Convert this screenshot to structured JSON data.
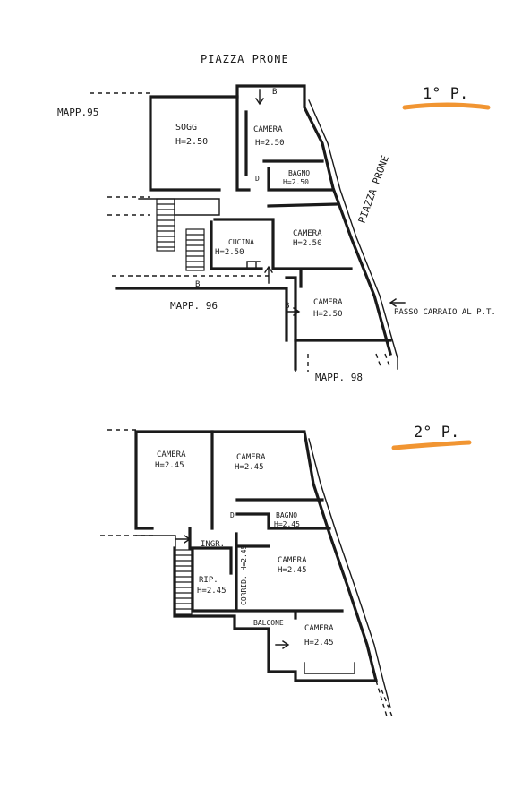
{
  "floor1": {
    "heading": "1° P.",
    "street_label": "PIAZZA PRONE",
    "street_side": "PIAZZA PRONE",
    "mapp_95": "MAPP.95",
    "mapp_96": "MAPP. 96",
    "mapp_98": "MAPP. 98",
    "passo": "PASSO CARRAIO AL P.T.",
    "soggiorno": {
      "name": "SOGG",
      "height": "H=2.50"
    },
    "camera_1": {
      "name": "CAMERA",
      "height": "H=2.50"
    },
    "bagno": {
      "name": "BAGNO",
      "height": "H=2.50"
    },
    "camera_2": {
      "name": "CAMERA",
      "height": "H=2.50"
    },
    "cucina": {
      "name": "CUCINA",
      "height": "H=2.50"
    },
    "camera_3": {
      "name": "CAMERA",
      "height": "H=2.50"
    },
    "mark_b1": "B",
    "mark_b2": "B",
    "mark_b3": "B",
    "mark_d": "D"
  },
  "floor2": {
    "heading": "2° P.",
    "camera_1": {
      "name": "CAMERA",
      "height": "H=2.45"
    },
    "camera_2": {
      "name": "CAMERA",
      "height": "H=2.45"
    },
    "bagno": {
      "name": "BAGNO",
      "height": "H=2.45"
    },
    "ingr": "INGR.",
    "mark_d": "D",
    "ripostiglio": {
      "name": "RIP.",
      "height": "H=2.45"
    },
    "camera_3": {
      "name": "CAMERA",
      "height": "H=2.45"
    },
    "corridoio": "CORRID. H=2.45",
    "balcone": "BALCONE",
    "camera_4": {
      "name": "CAMERA",
      "height": "H=2.45"
    }
  },
  "colors": {
    "ink": "#1a1a1a",
    "highlight": "#f08a1c"
  }
}
